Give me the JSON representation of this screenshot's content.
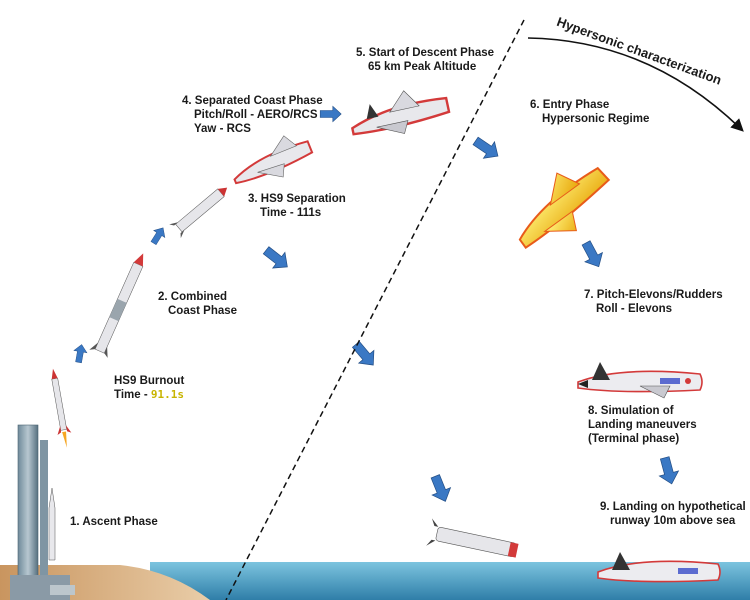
{
  "diagram": {
    "hypersonic_label": "Hypersonic characterization",
    "steps": {
      "ascent": [
        "1. Ascent Phase"
      ],
      "burnout_line1": "HS9 Burnout",
      "burnout_time_prefix": "Time - ",
      "burnout_time_value": "91.1s",
      "combined": [
        "2. Combined",
        "Coast Phase"
      ],
      "separation": [
        "3. HS9 Separation",
        "Time - 111s"
      ],
      "separated_coast": [
        "4. Separated Coast Phase",
        "Pitch/Roll - AERO/RCS",
        "Yaw - RCS"
      ],
      "descent": [
        "5. Start of Descent Phase",
        "65 km Peak Altitude"
      ],
      "entry": [
        "6. Entry Phase",
        "Hypersonic Regime"
      ],
      "pitch": [
        "7. Pitch-Elevons/Rudders",
        "Roll - Elevons"
      ],
      "simulation": [
        "8. Simulation of",
        "Landing maneuvers",
        "(Terminal phase)"
      ],
      "landing": [
        "9. Landing on hypothetical",
        "runway 10m above sea"
      ]
    },
    "colors": {
      "arrow": "#3a78c4",
      "vehicle_body": "#e8e8ec",
      "vehicle_trim": "#d33a3a",
      "entry_heat": "#f4d21a",
      "sea": "#4aa3c9",
      "sand": "#d9b48a"
    }
  }
}
